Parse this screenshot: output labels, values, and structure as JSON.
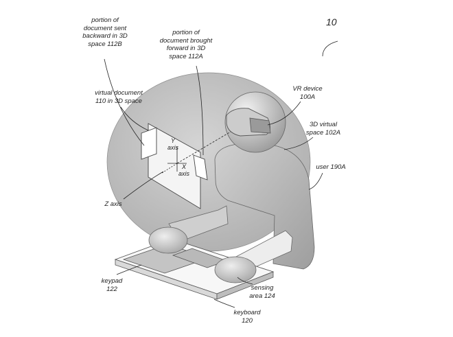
{
  "figure_number": "10",
  "labels": {
    "sent_backward": [
      "portion of",
      "document sent",
      "backward in 3D",
      "space 112B"
    ],
    "brought_forward": [
      "portion of",
      "document brought",
      "forward in 3D",
      "space 112A"
    ],
    "virtual_document": [
      "virtual document",
      "110 in 3D space"
    ],
    "vr_device": [
      "VR device",
      "100A"
    ],
    "virtual_space": [
      "3D virtual",
      "space 102A"
    ],
    "user": [
      "user 190A"
    ],
    "z_axis": [
      "Z axis"
    ],
    "keypad": [
      "keypad",
      "122"
    ],
    "sensing_area": [
      "sensing",
      "area 124"
    ],
    "keyboard": [
      "keyboard",
      "120"
    ],
    "y_axis": [
      "Y",
      "axis"
    ],
    "x_axis": [
      "X",
      "axis"
    ]
  }
}
